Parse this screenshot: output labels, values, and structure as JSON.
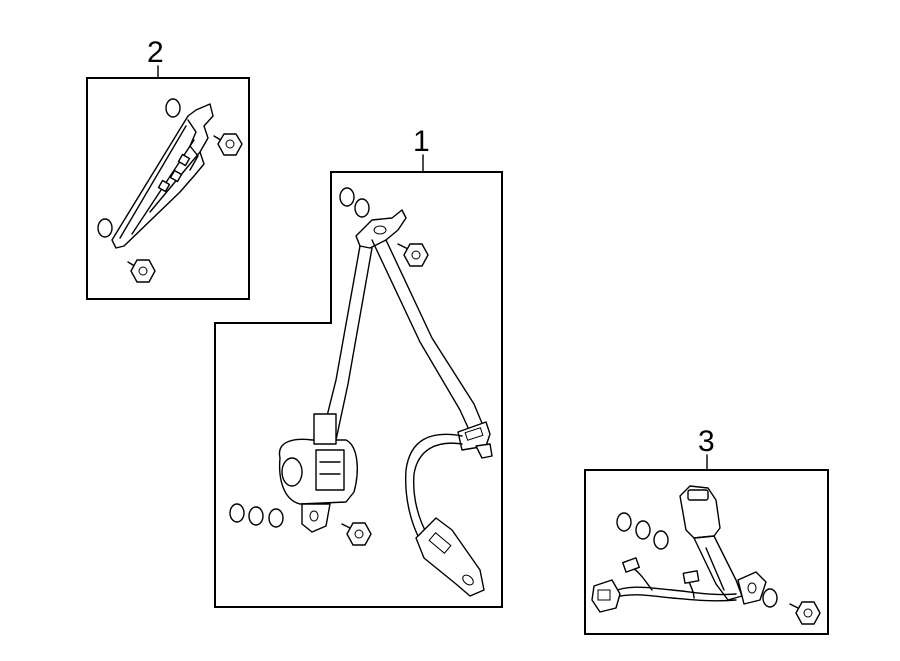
{
  "callouts": {
    "part1": "1",
    "part2": "2",
    "part3": "3"
  }
}
